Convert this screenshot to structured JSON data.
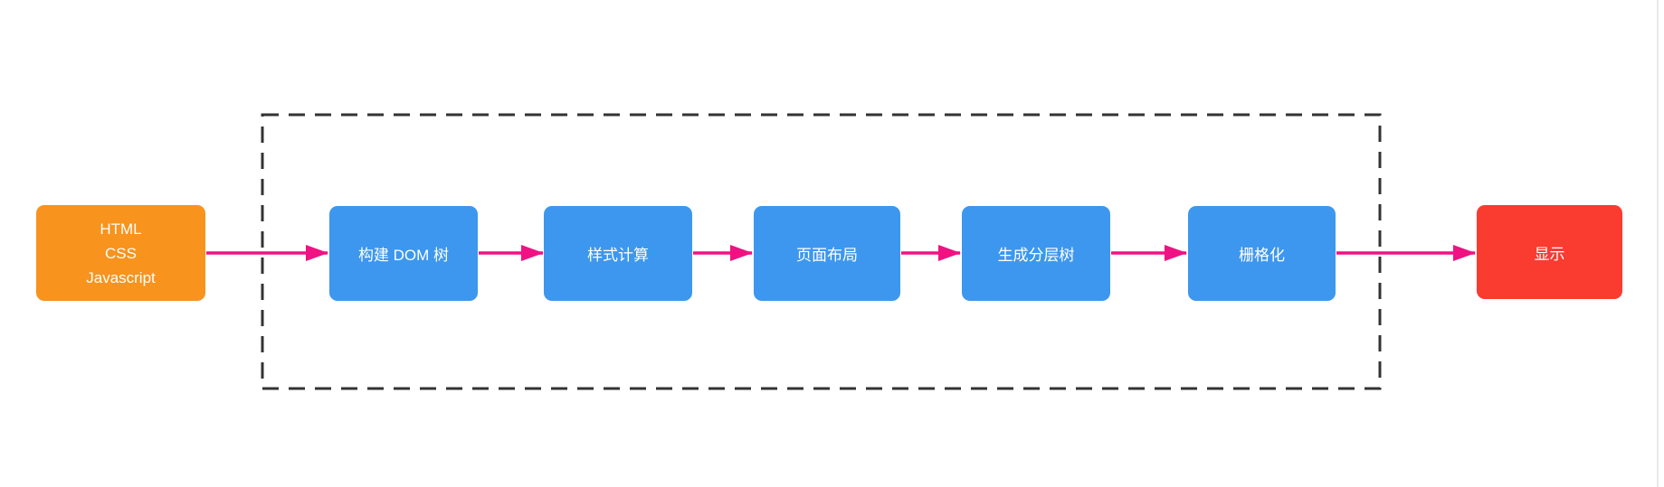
{
  "diagram": {
    "nodes": {
      "source": {
        "lines": [
          "HTML",
          "CSS",
          "Javascript"
        ]
      },
      "process": [
        {
          "label": "构建 DOM 树"
        },
        {
          "label": "样式计算"
        },
        {
          "label": "页面布局"
        },
        {
          "label": "生成分层树"
        },
        {
          "label": "栅格化"
        }
      ],
      "output": {
        "label": "显示"
      }
    },
    "colors": {
      "source_fill": "#F8931D",
      "process_fill": "#3D97EE",
      "output_fill": "#F93B30",
      "arrow": "#F01283",
      "container_border": "#333333",
      "node_text": "#FFFFFF"
    }
  }
}
